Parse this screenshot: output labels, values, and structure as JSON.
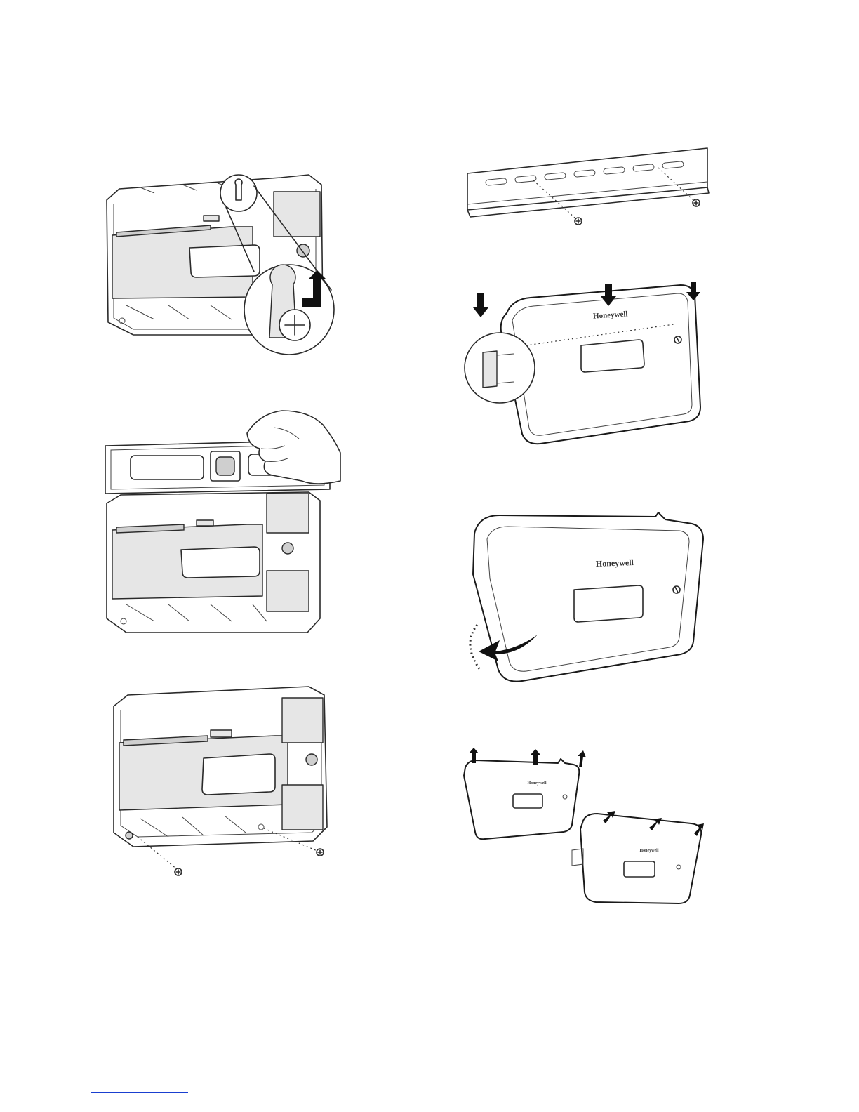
{
  "figures": {
    "rail_cover": {
      "brand": "Honeywell"
    },
    "cover_rotate": {
      "brand": "Honeywell"
    },
    "cover_lift_left": {
      "brand": "Honeywell"
    },
    "cover_lift_right": {
      "brand": "Honeywell"
    }
  }
}
